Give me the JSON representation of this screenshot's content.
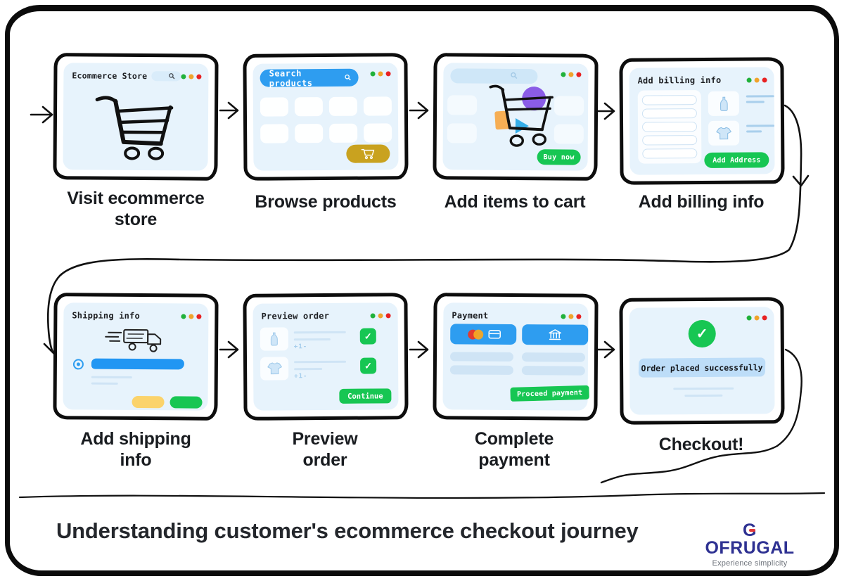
{
  "palette": {
    "panel_bg": "#e7f3fc",
    "accent_blue": "#2e9df0",
    "green": "#17c653",
    "gold": "#c9a21f",
    "yellow": "#fbd36b",
    "purple": "#8a5ce6",
    "orange": "#f6ae54",
    "triangle_blue": "#35aee8",
    "ink": "#0d0d0d",
    "window_dots": [
      "#21b13a",
      "#f0a32a",
      "#e82222"
    ]
  },
  "icons": {
    "check": "✓"
  },
  "steps": [
    {
      "screen_title": "Ecommerce Store",
      "label": "Visit ecommerce store"
    },
    {
      "search_text": "Search products",
      "label": "Browse products"
    },
    {
      "button": "Buy now",
      "label": "Add items to cart"
    },
    {
      "screen_title": "Add billing info",
      "button": "Add Address",
      "label": "Add billing info"
    },
    {
      "screen_title": "Shipping info",
      "label": "Add shipping info"
    },
    {
      "screen_title": "Preview order",
      "button": "Continue",
      "qty": "+1-",
      "label": "Preview order"
    },
    {
      "screen_title": "Payment",
      "button": "Proceed payment",
      "label": "Complete payment"
    },
    {
      "message": "Order placed successfully",
      "label": "Checkout!"
    }
  ],
  "footer": {
    "title": "Understanding customer's ecommerce checkout journey",
    "brand": "GOFRUGAL",
    "brand_tagline": "Experience simplicity",
    "brand_color": "#2e3192",
    "brand_accent": "#e03a3c"
  }
}
